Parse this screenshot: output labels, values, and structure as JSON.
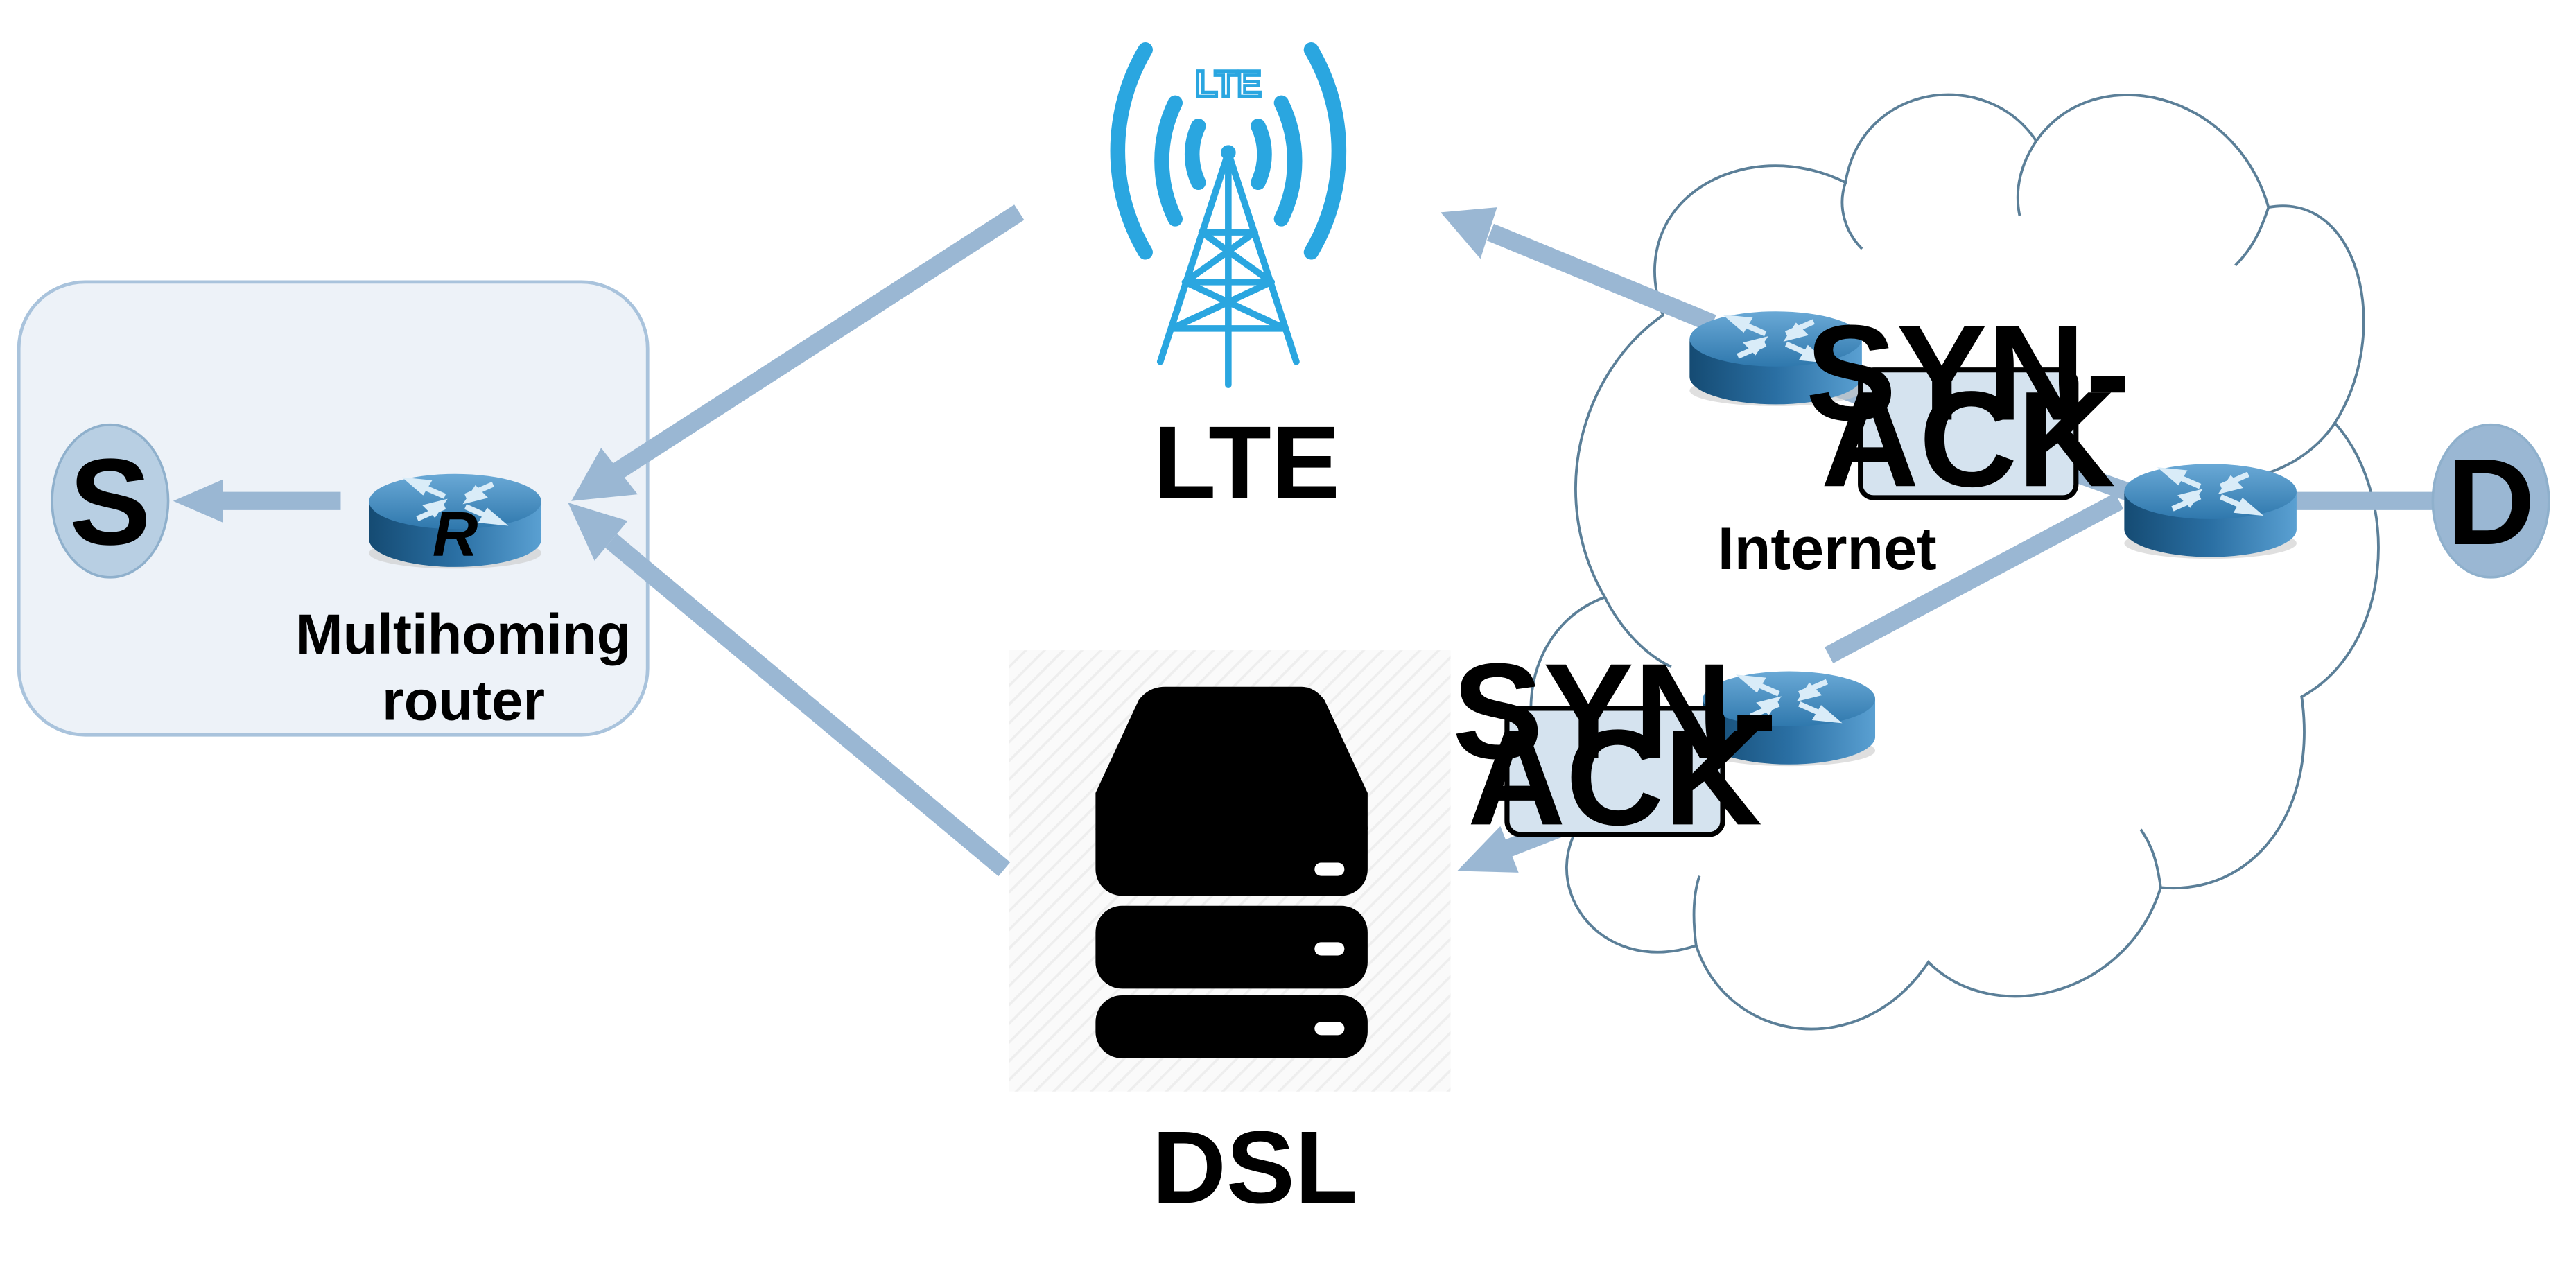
{
  "nodes": {
    "source": "S",
    "destination": "D",
    "router_letter": "R",
    "router_caption_line1": "Multihoming",
    "router_caption_line2": "router"
  },
  "links": {
    "lte_label": "LTE",
    "lte_badge": "LTE",
    "dsl_label": "DSL",
    "internet_label": "Internet"
  },
  "packets": {
    "upper_line1": "SYN-",
    "upper_line2": "ACK",
    "lower_line1": "SYN-",
    "lower_line2": "ACK"
  },
  "colors": {
    "arrow": "#9ab7d3",
    "lte_blue": "#2aa6e0",
    "router_top": "#4c90c2",
    "router_side": "#1d5a88",
    "node_fill": "#b8cfe3",
    "router_box": "#edf2f8",
    "packet_fill": "#d5e3ef"
  }
}
